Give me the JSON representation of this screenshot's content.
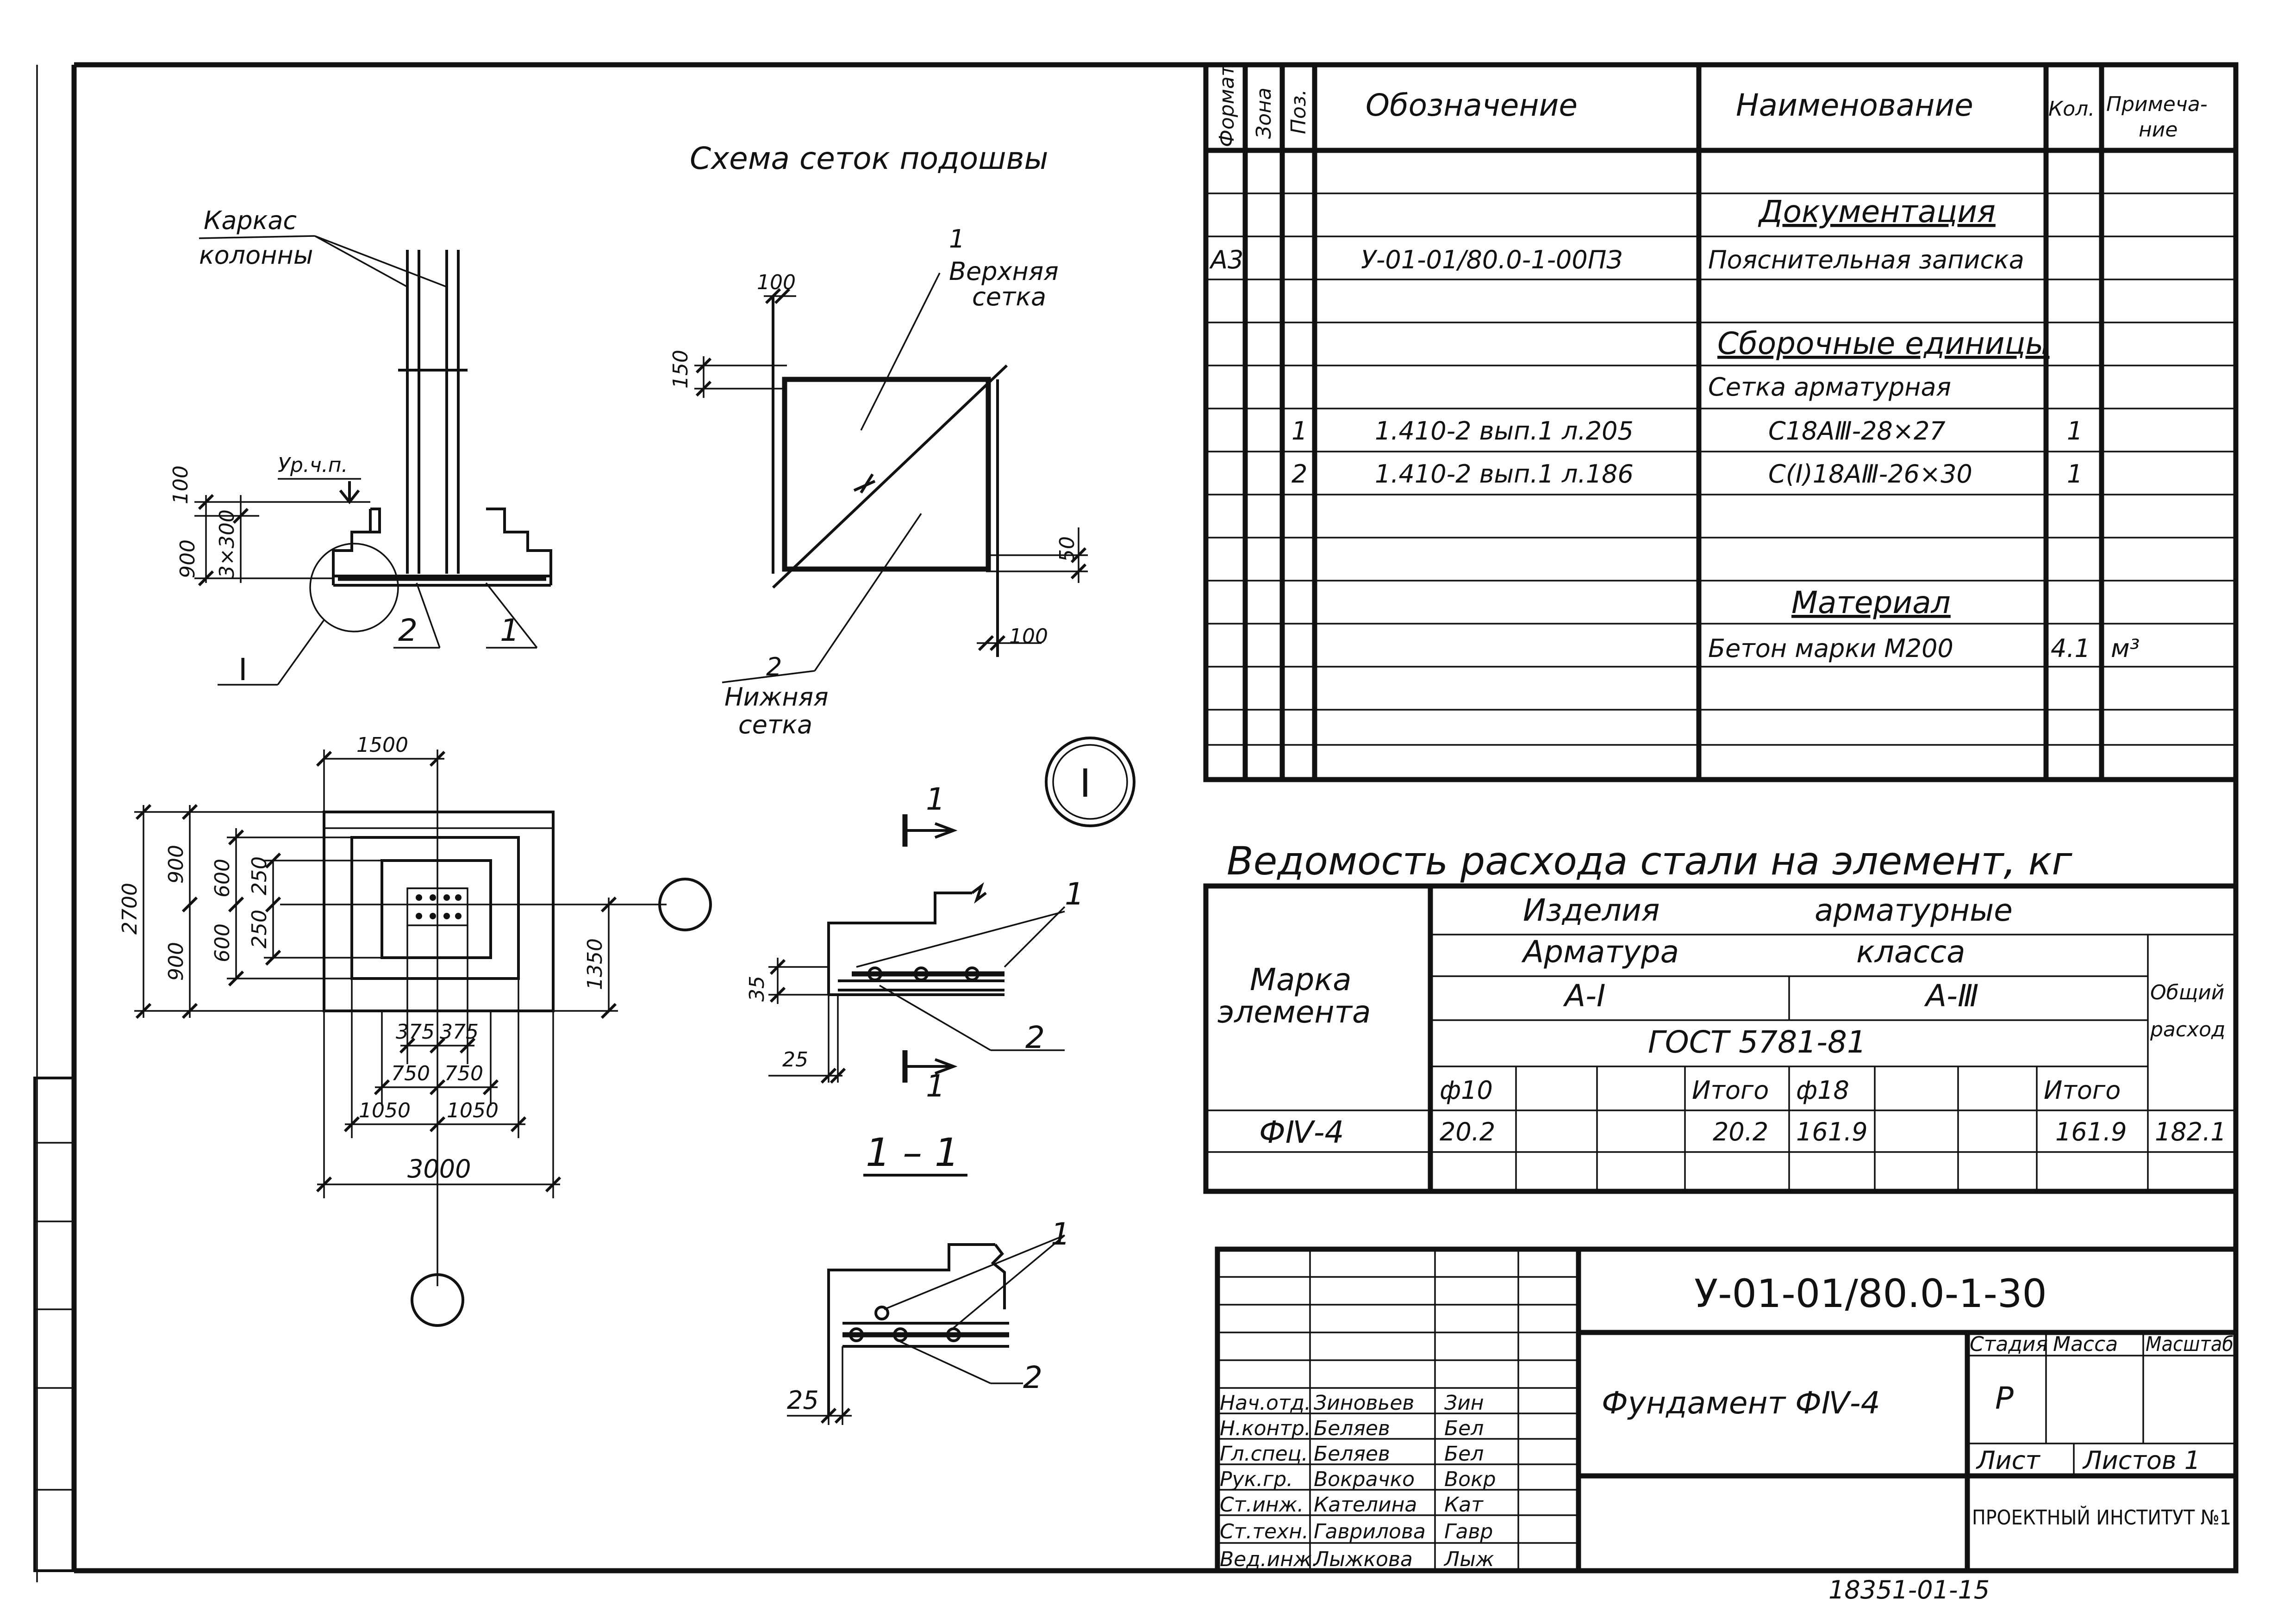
{
  "schema_title": "Схема сеток подошвы",
  "section_label": "1 – 1",
  "node_label": "I",
  "elevation": {
    "label_frame": "Каркас",
    "label_column": "колонны",
    "label_level": "Ур.ч.п.",
    "dim_900": "900",
    "dim_100": "100",
    "dim_3x300": "3×300",
    "pos1": "1",
    "pos2": "2",
    "node_ref": "I"
  },
  "mesh_scheme": {
    "label_num1": "1",
    "label_top": "Верхняя",
    "label_top2": "сетка",
    "label_num2": "2",
    "label_bottom": "Нижняя",
    "label_bottom2": "сетка",
    "dim_100_top": "100",
    "dim_150": "150",
    "dim_50": "50",
    "dim_100_right": "100"
  },
  "plan": {
    "dim_1500": "1500",
    "dim_2700": "2700",
    "dim_900a": "900",
    "dim_600a": "600",
    "dim_250a": "250",
    "dim_900b": "900",
    "dim_600b": "600",
    "dim_250b": "250",
    "dim_1350": "1350",
    "dim_375a": "375",
    "dim_375b": "375",
    "dim_750a": "750",
    "dim_750b": "750",
    "dim_1050a": "1050",
    "dim_1050b": "1050",
    "dim_3000": "3000"
  },
  "section_detail": {
    "cut1": "1",
    "cut2": "1",
    "pos1": "1",
    "pos2": "2",
    "dim_35": "35",
    "dim_25": "25"
  },
  "node_detail": {
    "pos1": "1",
    "pos2": "2",
    "dim_25": "25"
  },
  "spec": {
    "headers": [
      "Формат",
      "Зона",
      "Поз.",
      "Обозначение",
      "Наименование",
      "Кол.",
      "Примечание"
    ],
    "header_note_line1": "Примеча-",
    "header_note_line2": "ние",
    "section_docs": "Документация",
    "row_doc": {
      "format": "А3",
      "designation": "У-01-01/80.0-1-00ПЗ",
      "name": "Пояснительная записка"
    },
    "section_assembly": "Сборочные единицы",
    "subsection_mesh": "Сетка арматурная",
    "row1": {
      "pos": "1",
      "designation": "1.410-2 вып.1 л.205",
      "name": "С18АⅢ-28×27",
      "qty": "1"
    },
    "row2": {
      "pos": "2",
      "designation": "1.410-2 вып.1 л.186",
      "name": "С(І)18АⅢ-26×30",
      "qty": "1"
    },
    "section_material": "Материал",
    "row_concrete": {
      "name": "Бетон марки М200",
      "qty": "4.1",
      "unit": "м³"
    }
  },
  "steel": {
    "title": "Ведомость расхода стали на элемент, кг",
    "h_items": "Изделия арматурные",
    "h_items_1": "Изделия",
    "h_items_2": "арматурные",
    "h_rebar_1": "Арматура",
    "h_rebar_2": "класса",
    "h_mark_1": "Марка",
    "h_mark_2": "элемента",
    "h_a1": "А-I",
    "h_a3": "А-Ⅲ",
    "h_gost": "ГОСТ 5781-81",
    "h_total_1": "Общий",
    "h_total_2": "расход",
    "cols": [
      "ф10",
      "Итого",
      "ф18",
      "Итого"
    ],
    "row": {
      "mark": "ФⅣ-4",
      "v1": "20.2",
      "v2": "20.2",
      "v3": "161.9",
      "v4": "161.9",
      "total": "182.1"
    }
  },
  "title_block": {
    "code": "У-01-01/80.0-1-30",
    "name": "Фундамент ФⅣ-4",
    "stage_label": "Стадия",
    "mass_label": "Масса",
    "scale_label": "Масштаб",
    "stage": "Р",
    "sheet_label": "Лист",
    "sheets_label": "Листов 1",
    "org": "ПРОЕКТНЫЙ ИНСТИТУТ №1",
    "people": [
      {
        "role": "Нач.отд.",
        "name": "Зиновьев",
        "sign": "Зин"
      },
      {
        "role": "Н.контр.",
        "name": "Беляев",
        "sign": "Бел"
      },
      {
        "role": "Гл.спец.",
        "name": "Беляев",
        "sign": "Бел"
      },
      {
        "role": "Рук.гр.",
        "name": "Вокрачко",
        "sign": "Вокр"
      },
      {
        "role": "Ст.инж.",
        "name": "Кателина",
        "sign": "Кат"
      },
      {
        "role": "Ст.техн.",
        "name": "Гаврилова",
        "sign": "Гавр"
      },
      {
        "role": "Вед.инж.",
        "name": "Лыжкова",
        "sign": "Лыж"
      }
    ]
  },
  "footer_code": "18351-01-15"
}
